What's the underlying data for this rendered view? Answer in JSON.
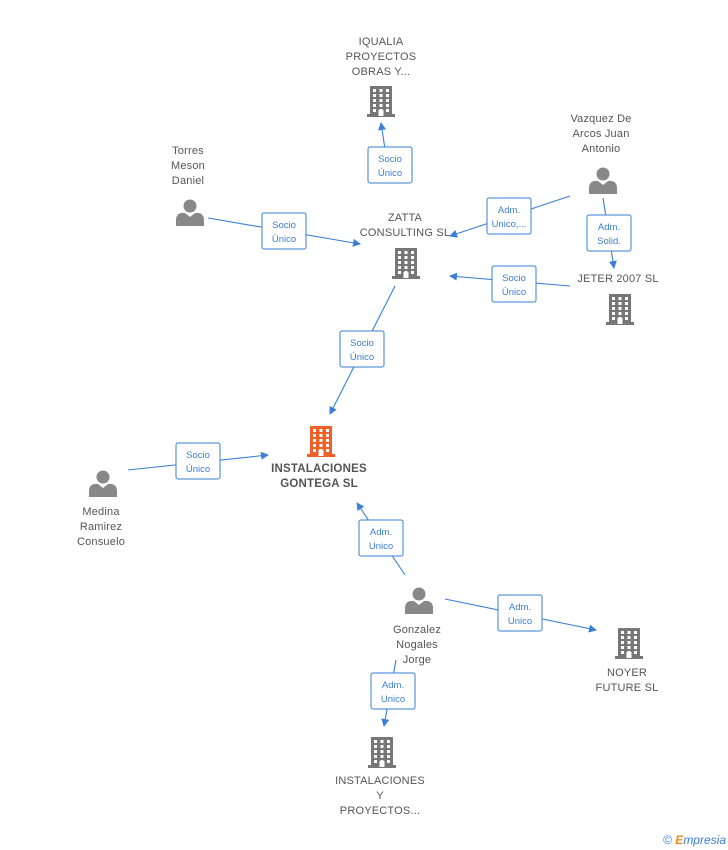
{
  "colors": {
    "edge": "#3a7fd5",
    "company": "#777777",
    "company_main": "#f0612a",
    "person": "#888888"
  },
  "nodes": [
    {
      "id": "iqualia",
      "kind": "company",
      "lines": [
        "IQUALIA",
        "PROYECTOS",
        "OBRAS Y..."
      ]
    },
    {
      "id": "vazquez",
      "kind": "person",
      "lines": [
        "Vazquez De",
        "Arcos Juan",
        "Antonio"
      ]
    },
    {
      "id": "torres",
      "kind": "person",
      "lines": [
        "Torres",
        "Meson",
        "Daniel"
      ]
    },
    {
      "id": "zatta",
      "kind": "company",
      "lines": [
        "ZATTA",
        "CONSULTING SL"
      ]
    },
    {
      "id": "jeter",
      "kind": "company",
      "lines": [
        "JETER 2007 SL"
      ]
    },
    {
      "id": "instalaciones",
      "kind": "company-main",
      "lines": [
        "INSTALACIONES",
        "GONTEGA  SL"
      ]
    },
    {
      "id": "medina",
      "kind": "person",
      "lines": [
        "Medina",
        "Ramirez",
        "Consuelo"
      ]
    },
    {
      "id": "gonzalez",
      "kind": "person",
      "lines": [
        "Gonzalez",
        "Nogales",
        "Jorge"
      ]
    },
    {
      "id": "noyer",
      "kind": "company",
      "lines": [
        "NOYER",
        "FUTURE  SL"
      ]
    },
    {
      "id": "instproy",
      "kind": "company",
      "lines": [
        "INSTALACIONES",
        "Y",
        "PROYECTOS..."
      ]
    }
  ],
  "edges": [
    {
      "from": "zatta",
      "to": "iqualia",
      "label": [
        "Socio",
        "Único"
      ]
    },
    {
      "from": "torres",
      "to": "zatta",
      "label": [
        "Socio",
        "Único"
      ]
    },
    {
      "from": "vazquez",
      "to": "zatta",
      "label": [
        "Adm.",
        "Unico,..."
      ]
    },
    {
      "from": "vazquez",
      "to": "jeter",
      "label": [
        "Adm.",
        "Solid."
      ]
    },
    {
      "from": "jeter",
      "to": "zatta",
      "label": [
        "Socio",
        "Único"
      ]
    },
    {
      "from": "zatta",
      "to": "instalaciones",
      "label": [
        "Socio",
        "Único"
      ]
    },
    {
      "from": "medina",
      "to": "instalaciones",
      "label": [
        "Socio",
        "Único"
      ]
    },
    {
      "from": "gonzalez",
      "to": "instalaciones",
      "label": [
        "Adm.",
        "Unico"
      ]
    },
    {
      "from": "gonzalez",
      "to": "noyer",
      "label": [
        "Adm.",
        "Unico"
      ]
    },
    {
      "from": "gonzalez",
      "to": "instproy",
      "label": [
        "Adm.",
        "Unico"
      ]
    }
  ],
  "footer": {
    "copyright_symbol": "©",
    "brand_first": "E",
    "brand_rest": "mpresia"
  }
}
